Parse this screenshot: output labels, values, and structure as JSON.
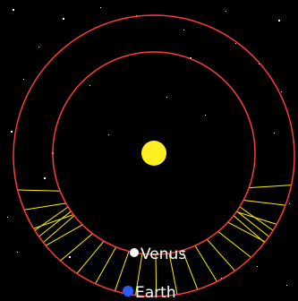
{
  "diagram": {
    "background_color": "#000000",
    "star_color": "#ffffff",
    "orbit_color": "#ff3b3b",
    "connector_color": "#ffee00",
    "sun": {
      "name": "sun",
      "color": "#ffee22"
    },
    "venus": {
      "label": "Venus",
      "color": "#ffffff"
    },
    "earth": {
      "label": "Earth",
      "color": "#2a5cff"
    }
  }
}
